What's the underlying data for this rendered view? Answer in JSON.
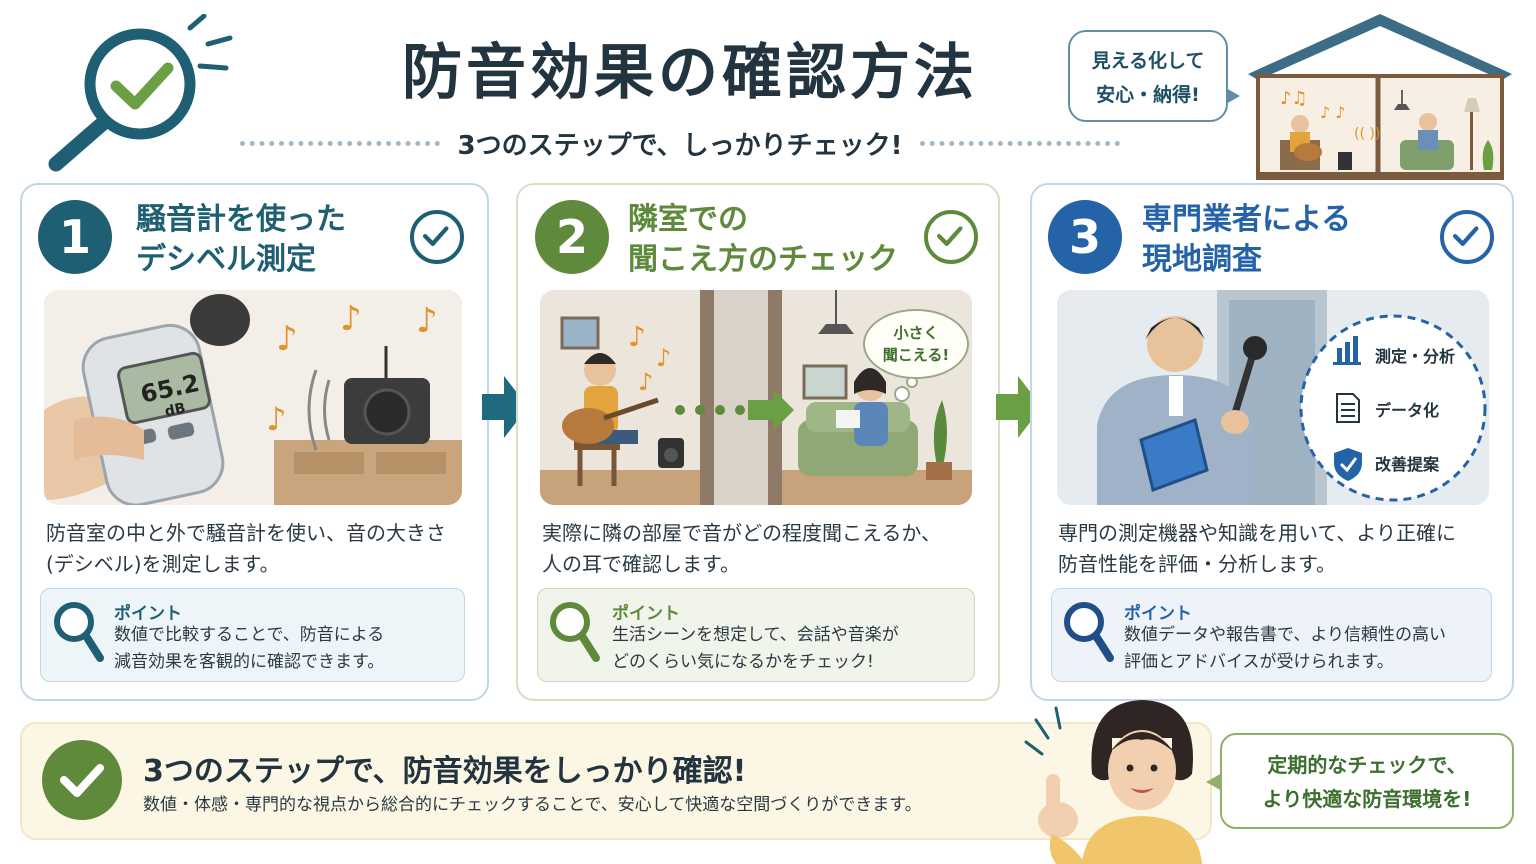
{
  "header": {
    "title": "防音効果の確認方法",
    "subtitle": "3つのステップで、しっかりチェック!",
    "speech": [
      "見える化して",
      "安心・納得!"
    ]
  },
  "steps": [
    {
      "number": "1",
      "title": [
        "騒音計を使った",
        "デシベル測定"
      ],
      "meter_value": "65.2",
      "meter_unit": "dB",
      "description": [
        "防音室の中と外で騒音計を使い、音の大きさ",
        "(デシベル)を測定します。"
      ],
      "point_label": "ポイント",
      "point_text": [
        "数値で比較することで、防音による",
        "減音効果を客観的に確認できます。"
      ]
    },
    {
      "number": "2",
      "title": [
        "隣室での",
        "聞こえ方のチェック"
      ],
      "bubble": [
        "小さく",
        "聞こえる!"
      ],
      "description": [
        "実際に隣の部屋で音がどの程度聞こえるか、",
        "人の耳で確認します。"
      ],
      "point_label": "ポイント",
      "point_text": [
        "生活シーンを想定して、会話や音楽が",
        "どのくらい気になるかをチェック!"
      ]
    },
    {
      "number": "3",
      "title": [
        "専門業者による",
        "現地調査"
      ],
      "circle_items": [
        "測定・分析",
        "データ化",
        "改善提案"
      ],
      "description": [
        "専門の測定機器や知識を用いて、より正確に",
        "防音性能を評価・分析します。"
      ],
      "point_label": "ポイント",
      "point_text": [
        "数値データや報告書で、より信頼性の高い",
        "評価とアドバイスが受けられます。"
      ]
    }
  ],
  "bottom": {
    "title": "3つのステップで、防音効果をしっかり確認!",
    "text": "数値・体感・専門的な視点から総合的にチェックすることで、安心して快適な空間づくりができます。",
    "speech": [
      "定期的なチェックで、",
      "より快適な防音環境を!"
    ]
  },
  "colors": {
    "step1": "#1f5f73",
    "step2": "#5f8a3c",
    "step3": "#2563a8",
    "title": "#22343f"
  }
}
